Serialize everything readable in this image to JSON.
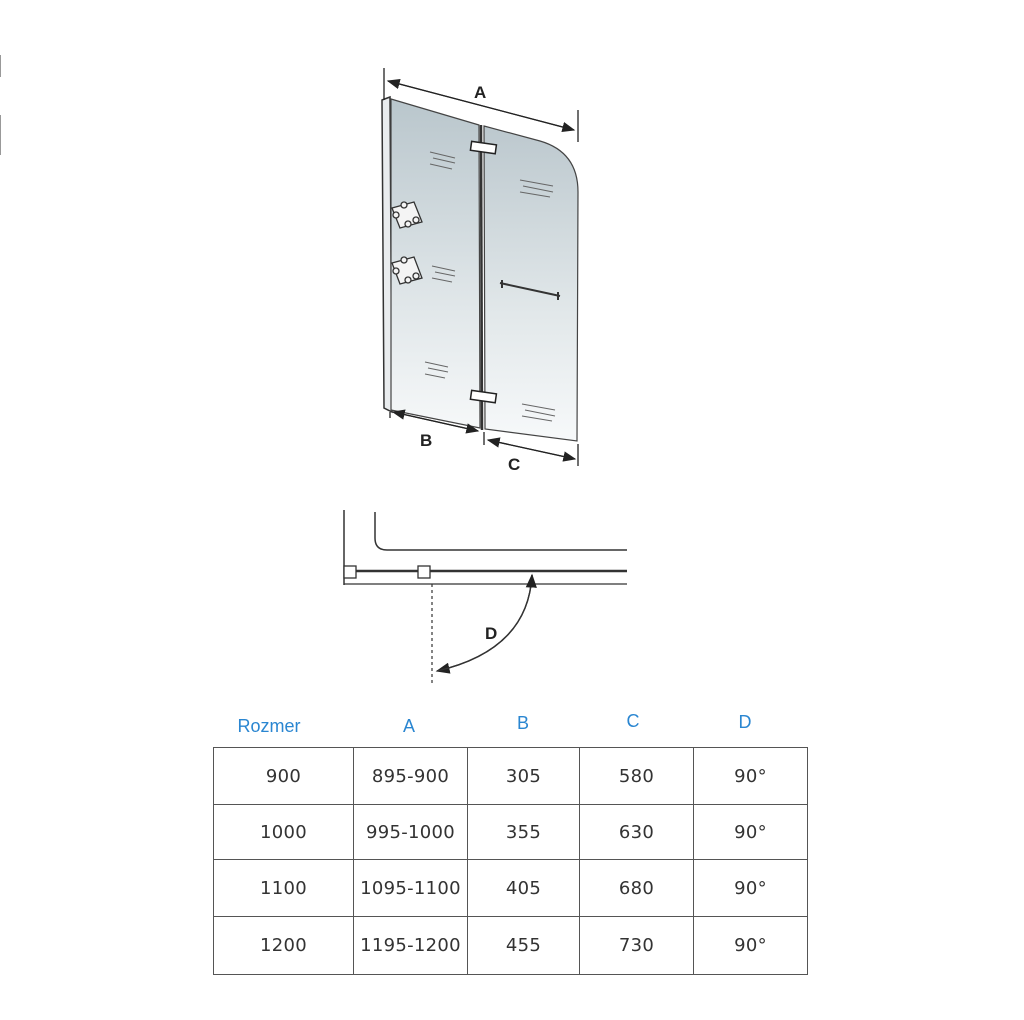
{
  "diagram": {
    "labels": {
      "a": "A",
      "b": "B",
      "c": "C",
      "d": "D"
    }
  },
  "table": {
    "headers": [
      "Rozmer",
      "A",
      "B",
      "C",
      "D"
    ],
    "header_color": "#2a86d1",
    "rows": [
      [
        "900",
        "895-900",
        "305",
        "580",
        "90°"
      ],
      [
        "1000",
        "995-1000",
        "355",
        "630",
        "90°"
      ],
      [
        "1100",
        "1095-1100",
        "405",
        "680",
        "90°"
      ],
      [
        "1200",
        "1195-1200",
        "455",
        "730",
        "90°"
      ]
    ]
  }
}
